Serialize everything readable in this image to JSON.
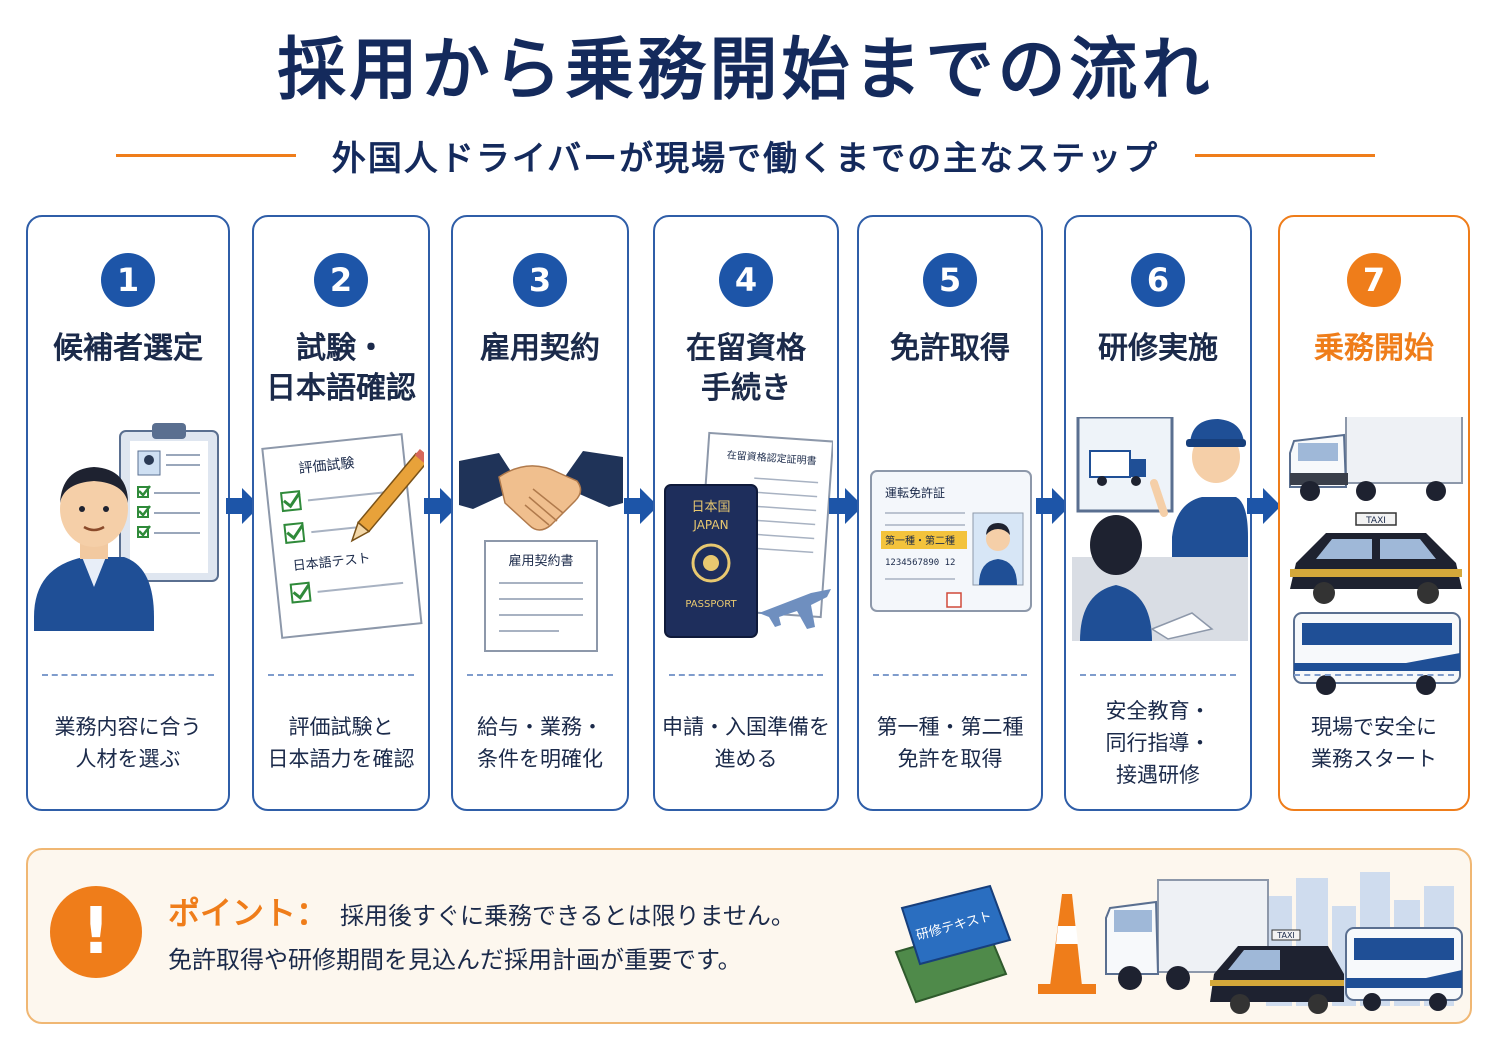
{
  "header": {
    "title": "採用から乗務開始までの流れ",
    "subtitle": "外国人ドライバーが現場で働くまでの主なステップ"
  },
  "colors": {
    "primary": "#1d55a8",
    "accent": "#ef7d1a",
    "text": "#1b2a4a",
    "title": "#142a5c"
  },
  "steps": [
    {
      "number": "1",
      "title": [
        "候補者選定"
      ],
      "description": [
        "業務内容に合う",
        "人材を選ぶ"
      ],
      "icon": "candidate-clipboard-icon"
    },
    {
      "number": "2",
      "title": [
        "試験・",
        "日本語確認"
      ],
      "description": [
        "評価試験と",
        "日本語力を確認"
      ],
      "icon": "exam-sheet-icon",
      "illustration": {
        "exam_heading": "評価試験",
        "test_heading": "日本語テスト"
      }
    },
    {
      "number": "3",
      "title": [
        "雇用契約"
      ],
      "description": [
        "給与・業務・",
        "条件を明確化"
      ],
      "icon": "handshake-icon",
      "illustration": {
        "contract_label": "雇用契約書"
      }
    },
    {
      "number": "4",
      "title": [
        "在留資格",
        "手続き"
      ],
      "description": [
        "申請・入国準備を",
        "進める"
      ],
      "icon": "passport-icon",
      "illustration": {
        "certificate_label": "在留資格認定証明書",
        "passport_country_jp": "日本国",
        "passport_country_en": "JAPAN",
        "passport_label": "PASSPORT"
      }
    },
    {
      "number": "5",
      "title": [
        "免許取得"
      ],
      "description": [
        "第一種・第二種",
        "免許を取得"
      ],
      "icon": "license-card-icon",
      "illustration": {
        "license_title": "運転免許証",
        "license_class": "第一種・第二種",
        "license_number": "1234567890 12"
      }
    },
    {
      "number": "6",
      "title": [
        "研修実施"
      ],
      "description": [
        "安全教育・",
        "同行指導・",
        "接遇研修"
      ],
      "icon": "training-icon"
    },
    {
      "number": "7",
      "title": [
        "乗務開始"
      ],
      "description": [
        "現場で安全に",
        "業務スタート"
      ],
      "icon": "vehicles-icon",
      "illustration": {
        "taxi_sign": "TAXI"
      }
    }
  ],
  "point": {
    "label": "ポイント：",
    "line1": "採用後すぐに乗務できるとは限りません。",
    "line2": "免許取得や研修期間を見込んだ採用計画が重要です。",
    "book_label": "研修テキスト",
    "taxi_sign": "TAXI"
  }
}
